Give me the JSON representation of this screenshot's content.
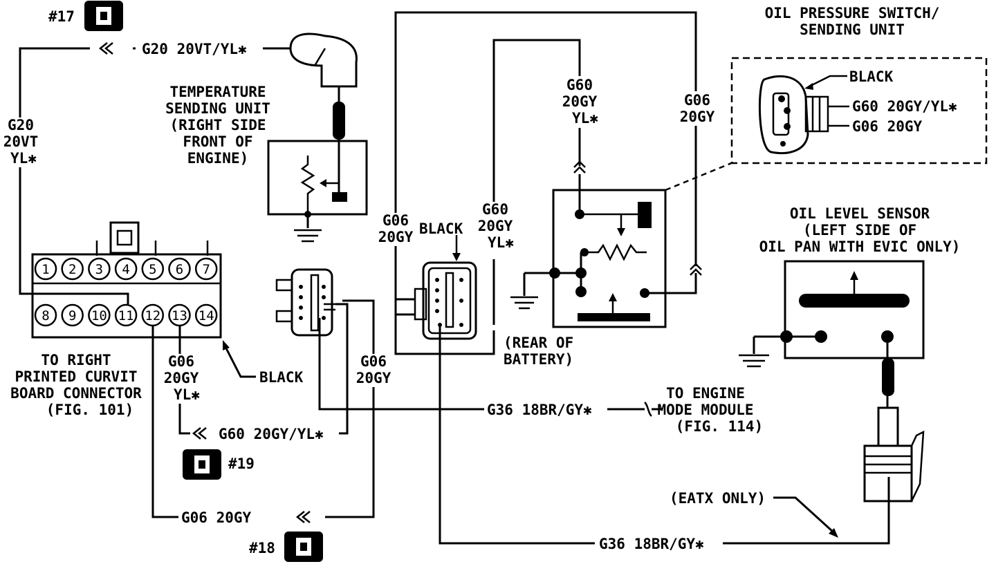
{
  "colors": {
    "ink": "#000000",
    "paper": "#ffffff"
  },
  "connectors": [
    {
      "id": "c17",
      "label": "#17",
      "icon": "connector-icon"
    },
    {
      "id": "c19",
      "label": "#19",
      "icon": "connector-icon"
    },
    {
      "id": "c18",
      "label": "#18",
      "icon": "connector-icon"
    }
  ],
  "wires": {
    "g20_top": "G20 20VT/YL✱",
    "g20_side": [
      "G20",
      "20VT",
      "YL✱"
    ],
    "g06_left": [
      "G06",
      "20GY",
      "YL✱"
    ],
    "g06_mid": [
      "G06",
      "20GY"
    ],
    "g06_conn": [
      "G06",
      "20GY"
    ],
    "g60_conn": [
      "G60",
      "20GY",
      "YL✱"
    ],
    "g60_top": [
      "G60",
      "20GY",
      "YL✱"
    ],
    "g06_right": [
      "G06",
      "20GY"
    ],
    "g60_switch": "G60 20GY/YL✱",
    "g06_switch": "G06 20GY",
    "g60_bottom": "G60 20GY/YL✱",
    "g06_bottom": "G06 20GY",
    "g36_mid": "G36 18BR/GY✱",
    "g36_bottom": "G36 18BR/GY✱"
  },
  "components": {
    "temp_sender": [
      "TEMPERATURE",
      "SENDING UNIT",
      "(RIGHT SIDE",
      "FRONT OF",
      "ENGINE)"
    ],
    "oil_switch": [
      "OIL PRESSURE SWITCH/",
      "SENDING UNIT"
    ],
    "oil_switch_black": "BLACK",
    "oil_level": [
      "OIL LEVEL SENSOR",
      "(LEFT SIDE OF",
      "OIL PAN WITH EVIC ONLY)"
    ],
    "connector_black": "BLACK",
    "rear_battery": [
      "(REAR OF",
      "BATTERY)"
    ],
    "pcb": [
      "TO RIGHT",
      "PRINTED CURVIT",
      "BOARD CONNECTOR",
      "(FIG. 101)"
    ],
    "pcb_black": "BLACK",
    "engine_module": [
      "TO ENGINE",
      "MODE MODULE",
      "(FIG. 114)"
    ],
    "eatx": "(EATX ONLY)"
  },
  "pins_top": [
    "1",
    "2",
    "3",
    "4",
    "5",
    "6",
    "7"
  ],
  "pins_bottom": [
    "8",
    "9",
    "10",
    "11",
    "12",
    "13",
    "14"
  ]
}
